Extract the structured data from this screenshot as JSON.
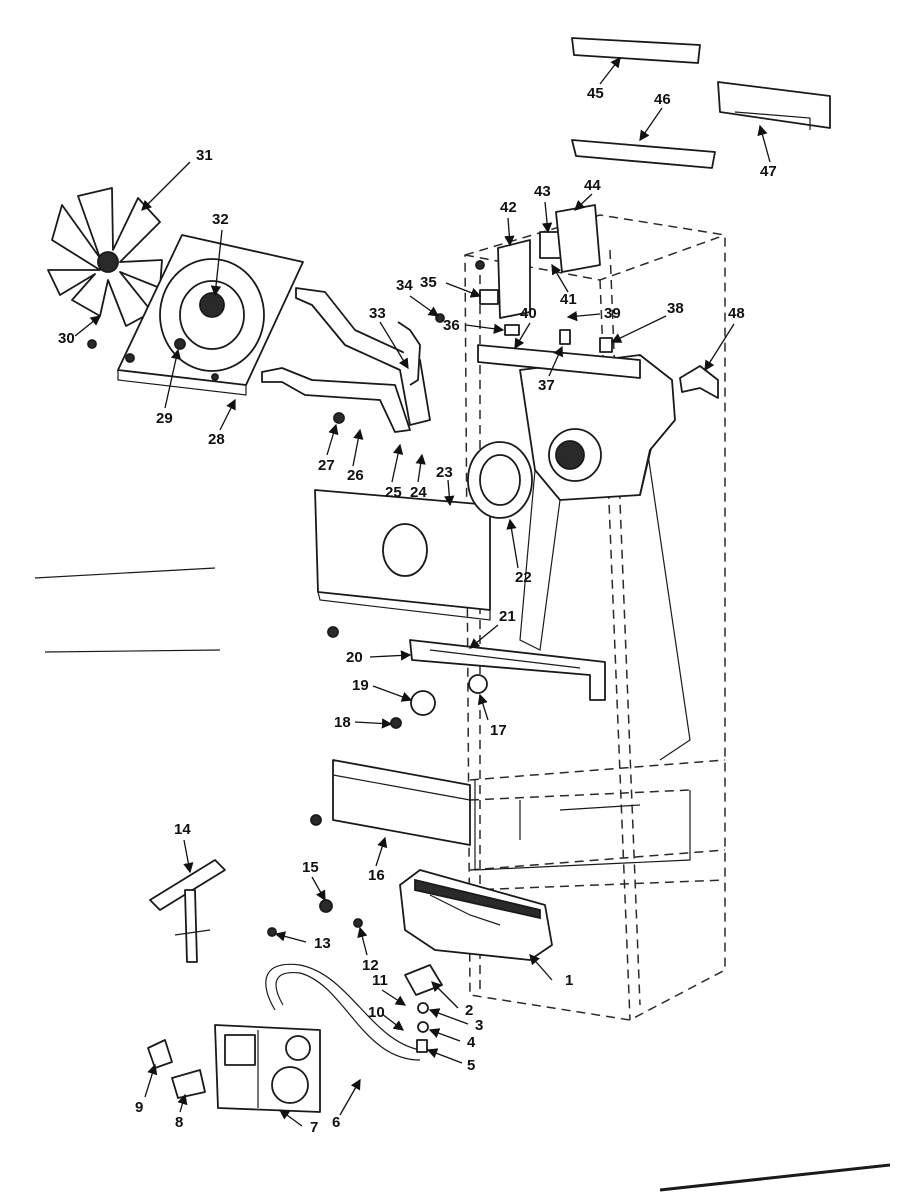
{
  "diagram": {
    "callouts": [
      "1",
      "2",
      "3",
      "4",
      "5",
      "6",
      "7",
      "8",
      "9",
      "10",
      "11",
      "12",
      "13",
      "14",
      "15",
      "16",
      "17",
      "18",
      "19",
      "20",
      "21",
      "22",
      "23",
      "24",
      "25",
      "26",
      "27",
      "28",
      "29",
      "30",
      "31",
      "32",
      "33",
      "34",
      "35",
      "36",
      "37",
      "38",
      "39",
      "40",
      "41",
      "42",
      "43",
      "44",
      "45",
      "46",
      "47",
      "48"
    ]
  }
}
